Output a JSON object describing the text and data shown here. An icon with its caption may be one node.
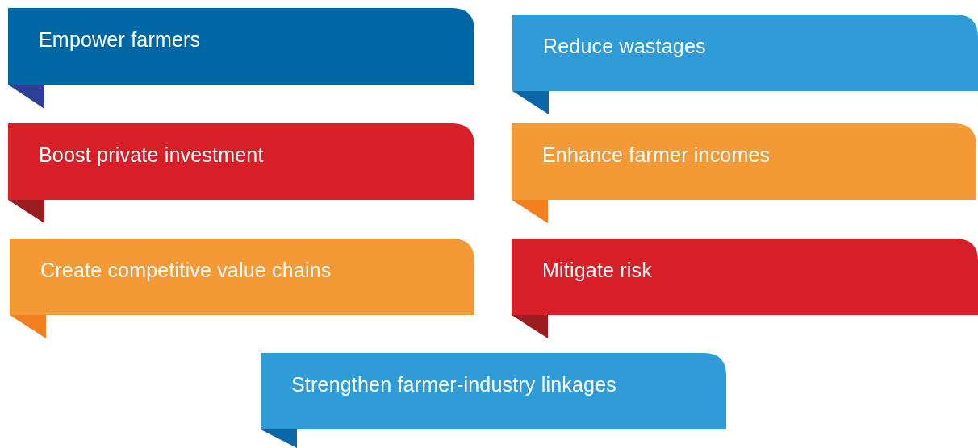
{
  "diagram": {
    "nodes": [
      {
        "text": [
          "Empower farmers"
        ]
      },
      {
        "text": [
          "Reduce wastages"
        ]
      },
      {
        "text": [
          "Boost private investment"
        ]
      },
      {
        "text": [
          "Enhance farmer incomes"
        ]
      },
      {
        "text": [
          "Create competitive value chains"
        ]
      },
      {
        "text": [
          "Mitigate risk"
        ]
      },
      {
        "text": [
          "Strengthen farmer-industry linkages"
        ]
      }
    ]
  }
}
